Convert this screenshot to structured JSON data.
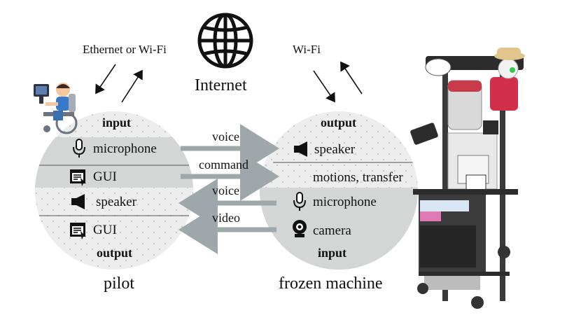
{
  "internet": {
    "label": "Internet",
    "icon": "globe-icon"
  },
  "links": {
    "pilot_side": "Ethernet or Wi-Fi",
    "machine_side": "Wi-Fi"
  },
  "pilot": {
    "title": "pilot",
    "input_heading": "input",
    "output_heading": "output",
    "rows": [
      {
        "icon": "microphone-icon",
        "label": "microphone"
      },
      {
        "icon": "gui-icon",
        "label": "GUI"
      },
      {
        "icon": "speaker-icon",
        "label": "speaker"
      },
      {
        "icon": "gui-icon",
        "label": "GUI"
      }
    ]
  },
  "machine": {
    "title": "frozen machine",
    "output_heading": "output",
    "input_heading": "input",
    "rows": [
      {
        "icon": "speaker-icon",
        "label": "speaker"
      },
      {
        "icon": "",
        "label": "motions, transfer"
      },
      {
        "icon": "microphone-icon",
        "label": "microphone"
      },
      {
        "icon": "camera-icon",
        "label": "camera"
      }
    ]
  },
  "flows": [
    {
      "label": "voice",
      "direction": "to-machine"
    },
    {
      "label": "command",
      "direction": "to-machine"
    },
    {
      "label": "voice",
      "direction": "to-pilot"
    },
    {
      "label": "video",
      "direction": "to-pilot"
    }
  ],
  "colors": {
    "circle": "#dfe2e0",
    "circle_band": "#cfd3d0",
    "arrow": "#9ea7aa",
    "ink": "#111111"
  }
}
